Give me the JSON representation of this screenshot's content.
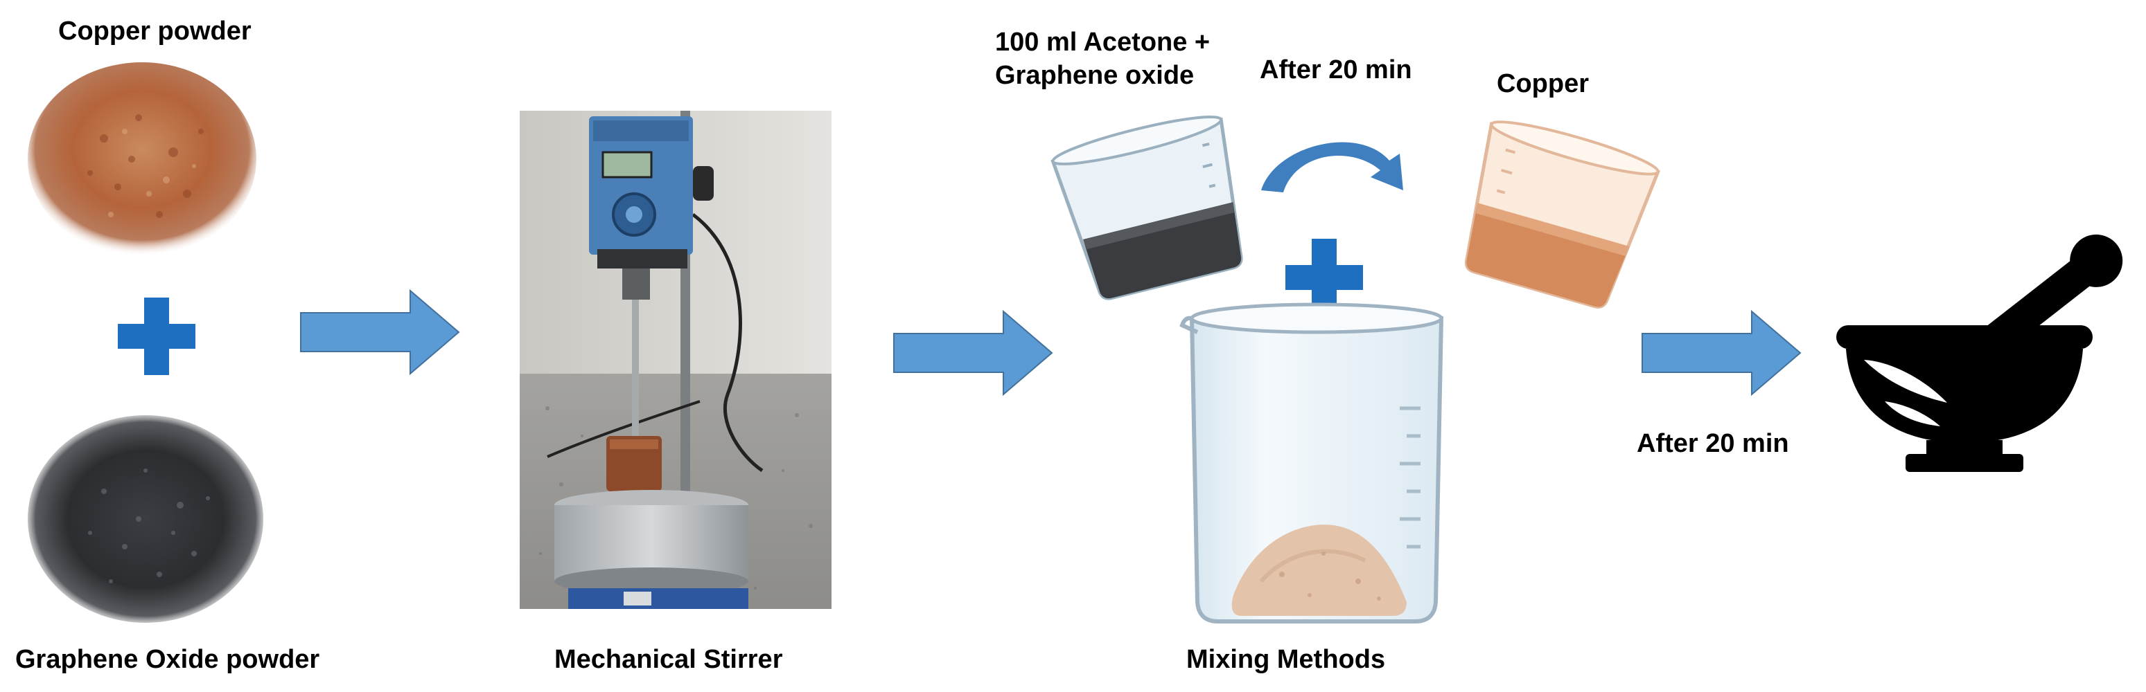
{
  "labels": {
    "copper_powder": "Copper powder",
    "graphene_oxide_powder": "Graphene Oxide powder",
    "mechanical_stirrer": "Mechanical Stirrer",
    "acetone_line1": "100 ml Acetone +",
    "acetone_line2": "Graphene oxide",
    "after_20_min_top": "After 20 min",
    "copper": "Copper",
    "mixing_methods": "Mixing Methods",
    "after_20_min_bottom": "After 20 min"
  },
  "colors": {
    "arrow": "#5B9BD5",
    "arrow_stroke": "#41719C",
    "plus": "#1F6FC1",
    "copper": "#B5643A",
    "graphene": "#2B2D30",
    "mortar": "#000000",
    "beaker_glass": "#EAF2F8"
  },
  "icons": [
    "plus-icon",
    "arrow-right-icon",
    "curved-arrow-icon",
    "beaker-icon",
    "mortar-pestle-icon",
    "stirrer-photo"
  ]
}
